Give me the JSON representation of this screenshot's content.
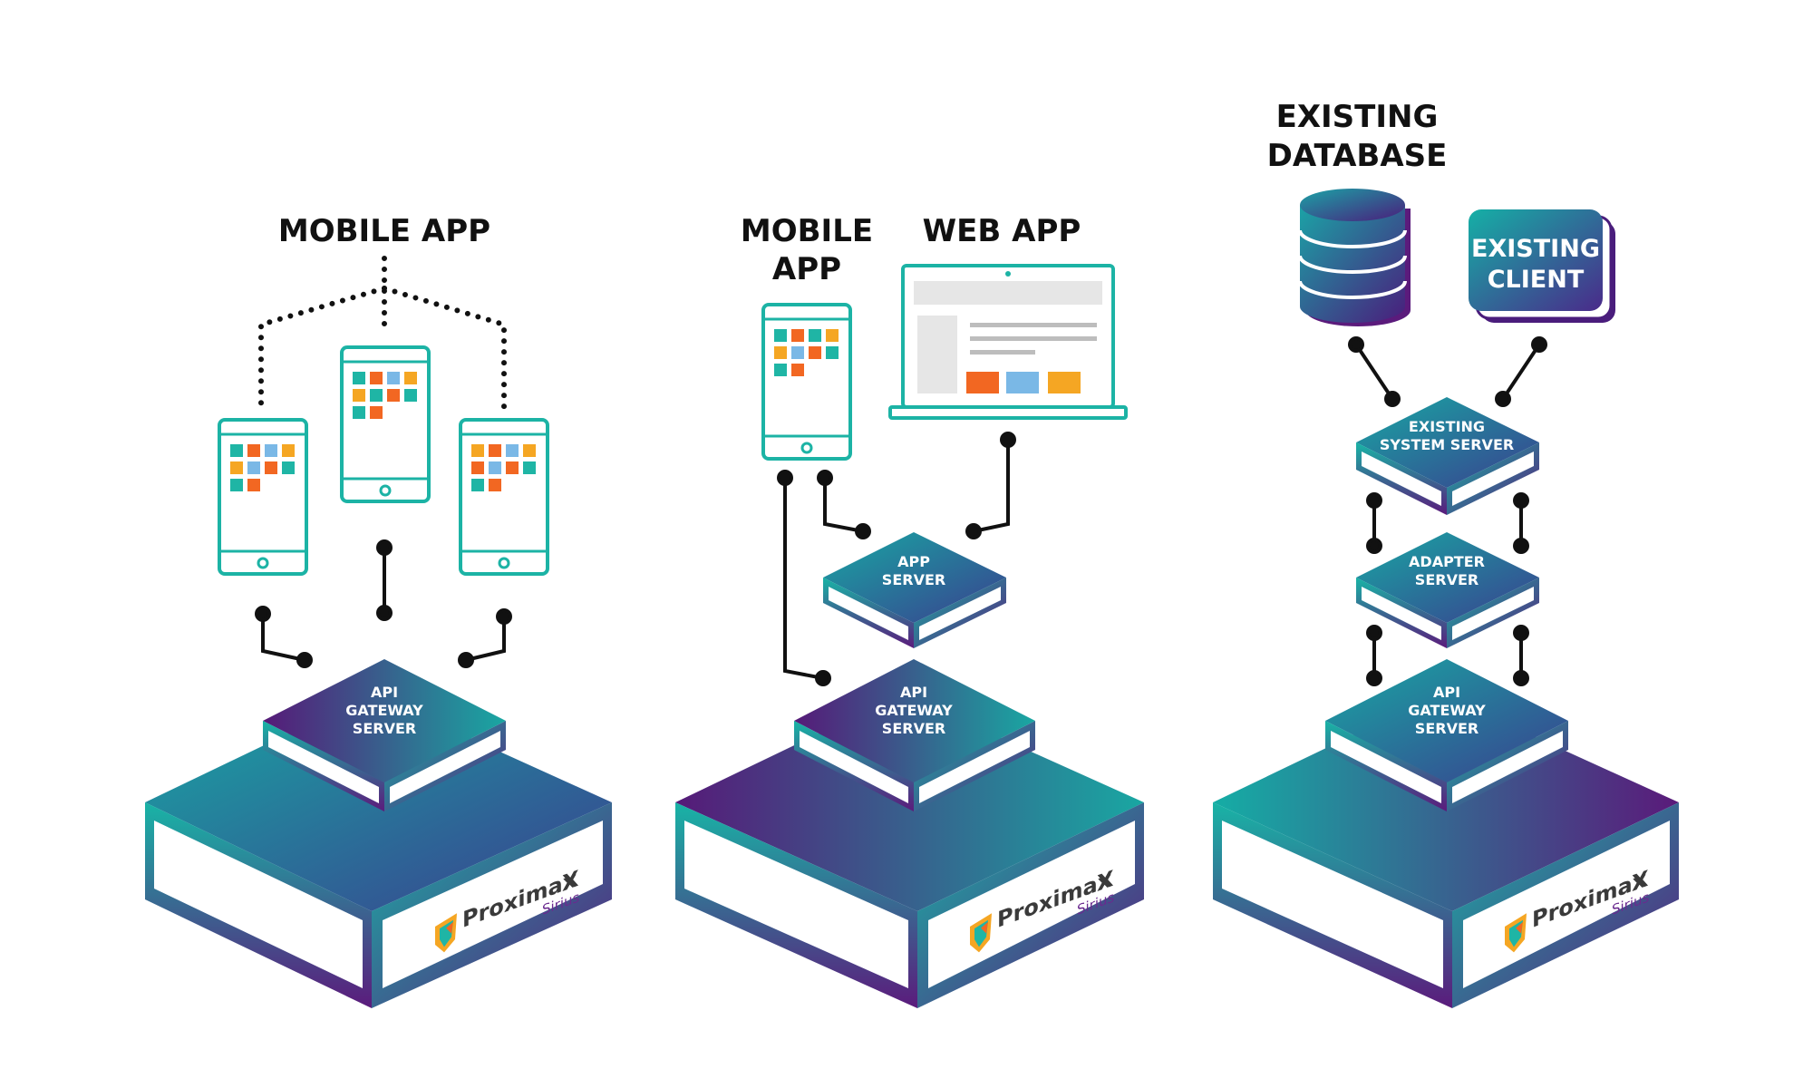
{
  "columns": [
    {
      "heading_lines": [
        "MOBILE APP"
      ],
      "gateway_lines": [
        "API",
        "GATEWAY",
        "SERVER"
      ]
    },
    {
      "mobile_heading_lines": [
        "MOBILE",
        "APP"
      ],
      "web_heading": "WEB APP",
      "app_server_lines": [
        "APP",
        "SERVER"
      ],
      "gateway_lines": [
        "API",
        "GATEWAY",
        "SERVER"
      ]
    },
    {
      "heading_lines": [
        "EXISTING",
        "DATABASE"
      ],
      "client_card_lines": [
        "EXISTING",
        "CLIENT"
      ],
      "existing_server_lines": [
        "EXISTING",
        "SYSTEM SERVER"
      ],
      "adapter_server_lines": [
        "ADAPTER",
        "SERVER"
      ],
      "gateway_lines": [
        "API",
        "GATEWAY",
        "SERVER"
      ]
    }
  ],
  "logo": {
    "name": "Proximax",
    "x_letter": "X",
    "sub": "Sirius"
  },
  "colors": {
    "teal": "#17b3a6",
    "purple": "#5a1a7a",
    "blue": "#2a6a8f",
    "app_tiles": [
      "#1fb5a5",
      "#f26722",
      "#7ab8e6",
      "#f5a623"
    ],
    "web_buttons": [
      "#f26722",
      "#7ab8e6",
      "#f5a623"
    ],
    "line": "#111111"
  }
}
